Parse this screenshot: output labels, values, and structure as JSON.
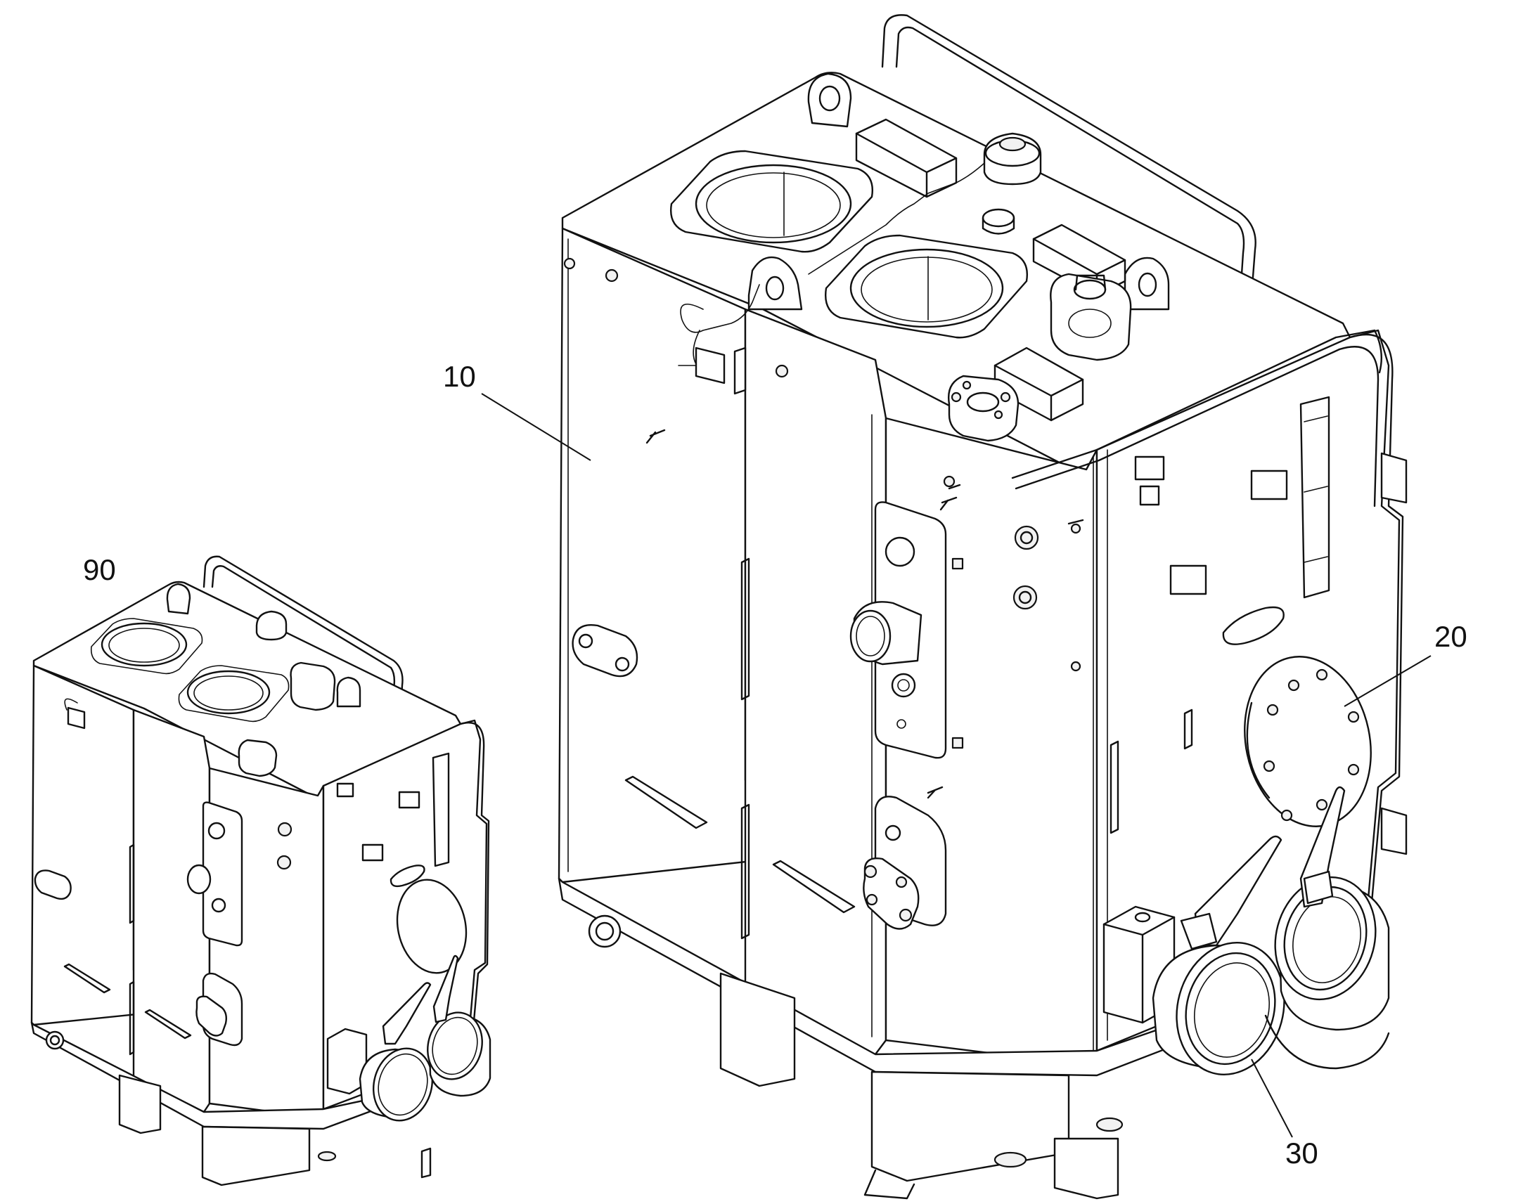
{
  "figure": {
    "callouts": {
      "c90": "90",
      "c10": "10",
      "c20": "20",
      "c30": "30"
    },
    "ink_color": "#111111",
    "background": "#ffffff"
  }
}
